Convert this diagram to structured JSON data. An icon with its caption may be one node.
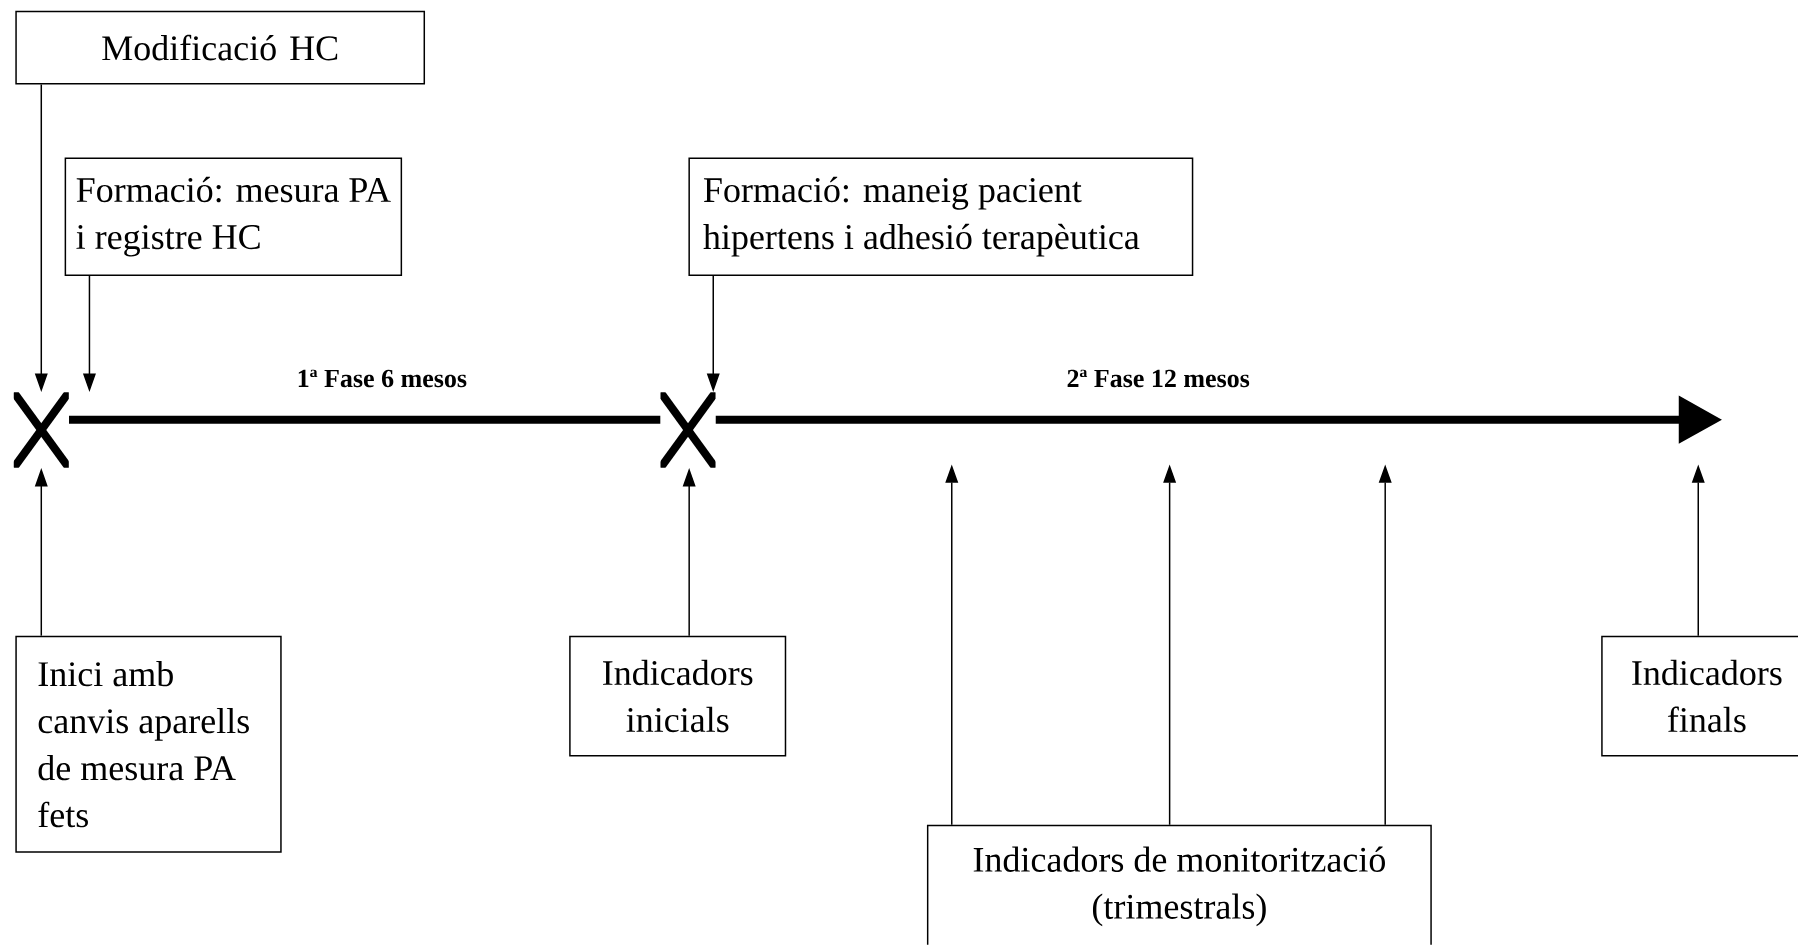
{
  "diagram": {
    "nodes": [
      {
        "text": [
          "Modificació HC"
        ]
      },
      {
        "text": [
          "Formació: mesura PA i registre HC"
        ]
      },
      {
        "text": [
          "Formació: maneig pacient hipertens i adhesió terapèutica"
        ]
      },
      {
        "text": [],
        "shape": "cross"
      },
      {
        "text": [],
        "shape": "cross"
      },
      {
        "text": [
          "Inici amb canvis aparells de mesura PA fets"
        ]
      },
      {
        "text": [
          "Indicadors inicials"
        ]
      },
      {
        "text": [
          "Indicadors de monitorització (trimestrals)"
        ]
      },
      {
        "text": [
          "Indicadors finals"
        ]
      }
    ],
    "edges": [
      {
        "from": 0,
        "to": 3,
        "arrow": "to"
      },
      {
        "from": 1,
        "to": 3,
        "arrow": "to"
      },
      {
        "from": 2,
        "to": 4,
        "arrow": "to"
      },
      {
        "from": 5,
        "to": 3,
        "arrow": "to"
      },
      {
        "from": 6,
        "to": 4,
        "arrow": "to"
      },
      {
        "from": 7,
        "to": null,
        "arrow": "to"
      },
      {
        "from": 7,
        "to": null,
        "arrow": "to"
      },
      {
        "from": 7,
        "to": null,
        "arrow": "to"
      },
      {
        "from": 8,
        "to": null,
        "arrow": "to"
      },
      {
        "from": 3,
        "to": 4,
        "arrow": "none",
        "style": "thick",
        "label": "1ª Fase 6 mesos"
      },
      {
        "from": 4,
        "to": null,
        "arrow": "to",
        "style": "thick",
        "label": "2ª Fase 12 mesos"
      }
    ]
  }
}
